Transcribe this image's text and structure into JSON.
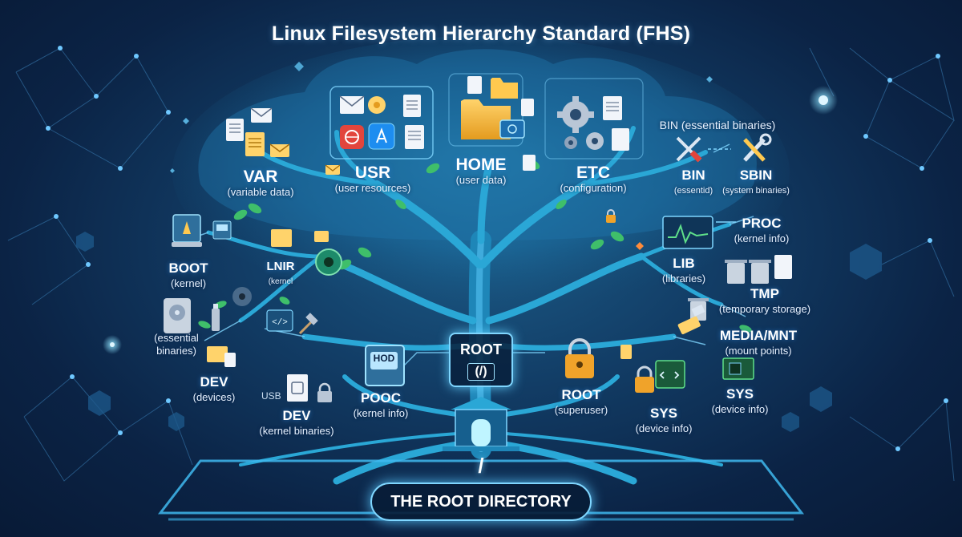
{
  "title": "Linux Filesystem Hierarchy Standard (FHS)",
  "nodes": {
    "var": {
      "name": "VAR",
      "desc": "(variable data)"
    },
    "usr": {
      "name": "USR",
      "desc": "(user resources)"
    },
    "home": {
      "name": "HOME",
      "desc": "(user data)"
    },
    "etc": {
      "name": "ETC",
      "desc": "(configuration)"
    },
    "bin_header": {
      "text": "BIN (essential binaries)"
    },
    "bin": {
      "name": "BIN",
      "desc": "(essentid)"
    },
    "sbin": {
      "name": "SBIN",
      "desc": "(system binaries)"
    },
    "proc": {
      "name": "PROC",
      "desc": "(kernel info)"
    },
    "lib": {
      "name": "LIB",
      "desc": "(libraries)"
    },
    "tmp": {
      "name": "TMP",
      "desc": "(temporary storage)"
    },
    "media": {
      "name": "MEDIA/MNT",
      "desc": "(mount points)"
    },
    "sys_right": {
      "name": "SYS",
      "desc": "(device info)"
    },
    "sys_center": {
      "name": "SYS",
      "desc": "(device info)"
    },
    "root_user": {
      "name": "ROOT",
      "desc": "(superuser)"
    },
    "pooc": {
      "name": "POOC",
      "desc": "(kernel info)"
    },
    "dev_center": {
      "name": "DEV",
      "desc": "(kernel binaries)"
    },
    "dev_left": {
      "name": "DEV",
      "desc": "(devices)"
    },
    "essential": {
      "line1": "(essential",
      "line2": "binaries)"
    },
    "boot": {
      "name": "BOOT",
      "desc": "(kernel)"
    },
    "lnir": {
      "name": "LNIR",
      "desc": "(kernel"
    },
    "usb": {
      "text": "USB"
    },
    "hdd": {
      "text": "HOD"
    }
  },
  "root_box": {
    "line1": "ROOT",
    "line2": "(/)"
  },
  "slash": "/",
  "root_directory": "THE ROOT DIRECTORY",
  "colors": {
    "background": "#0b2345",
    "glow": "#7fd6ff",
    "tree": "#2aa7d6",
    "leaf": "#3fbf6a",
    "folder": "#f2b53a"
  },
  "icons": [
    "mail-icon",
    "document-icon",
    "folder-icon",
    "gear-icon",
    "app-store-icon",
    "browser-icon",
    "wrench-icon",
    "screwdriver-icon",
    "trash-icon",
    "lock-icon",
    "hdd-icon",
    "usb-icon",
    "monitor-icon",
    "chip-icon",
    "code-icon",
    "hammer-icon",
    "cd-drive-icon",
    "gate-icon"
  ]
}
